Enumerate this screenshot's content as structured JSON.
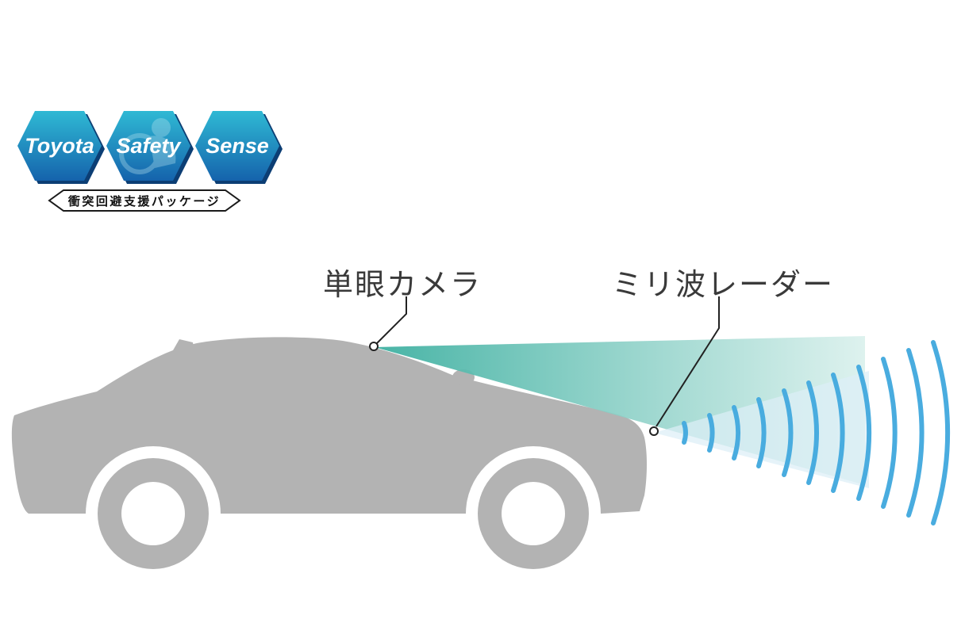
{
  "logo": {
    "badges": [
      {
        "label": "Toyota"
      },
      {
        "label": "Safety"
      },
      {
        "label": "Sense"
      }
    ],
    "banner": "衝突回避支援パッケージ"
  },
  "callouts": {
    "camera": "単眼カメラ",
    "radar": "ミリ波レーダー"
  },
  "colors": {
    "hex_top": "#2fb9d4",
    "hex_bottom": "#1563ac",
    "hex_shadow": "#0c3e74",
    "car_body": "#b3b3b3",
    "camera_cone_near": "#3eb0a1",
    "camera_cone_far": "#d9f0ec",
    "radar_cone": "#ddeff6",
    "radar_arc": "#49acdf",
    "label_text": "#3a3a3a",
    "leader_line": "#222222"
  }
}
